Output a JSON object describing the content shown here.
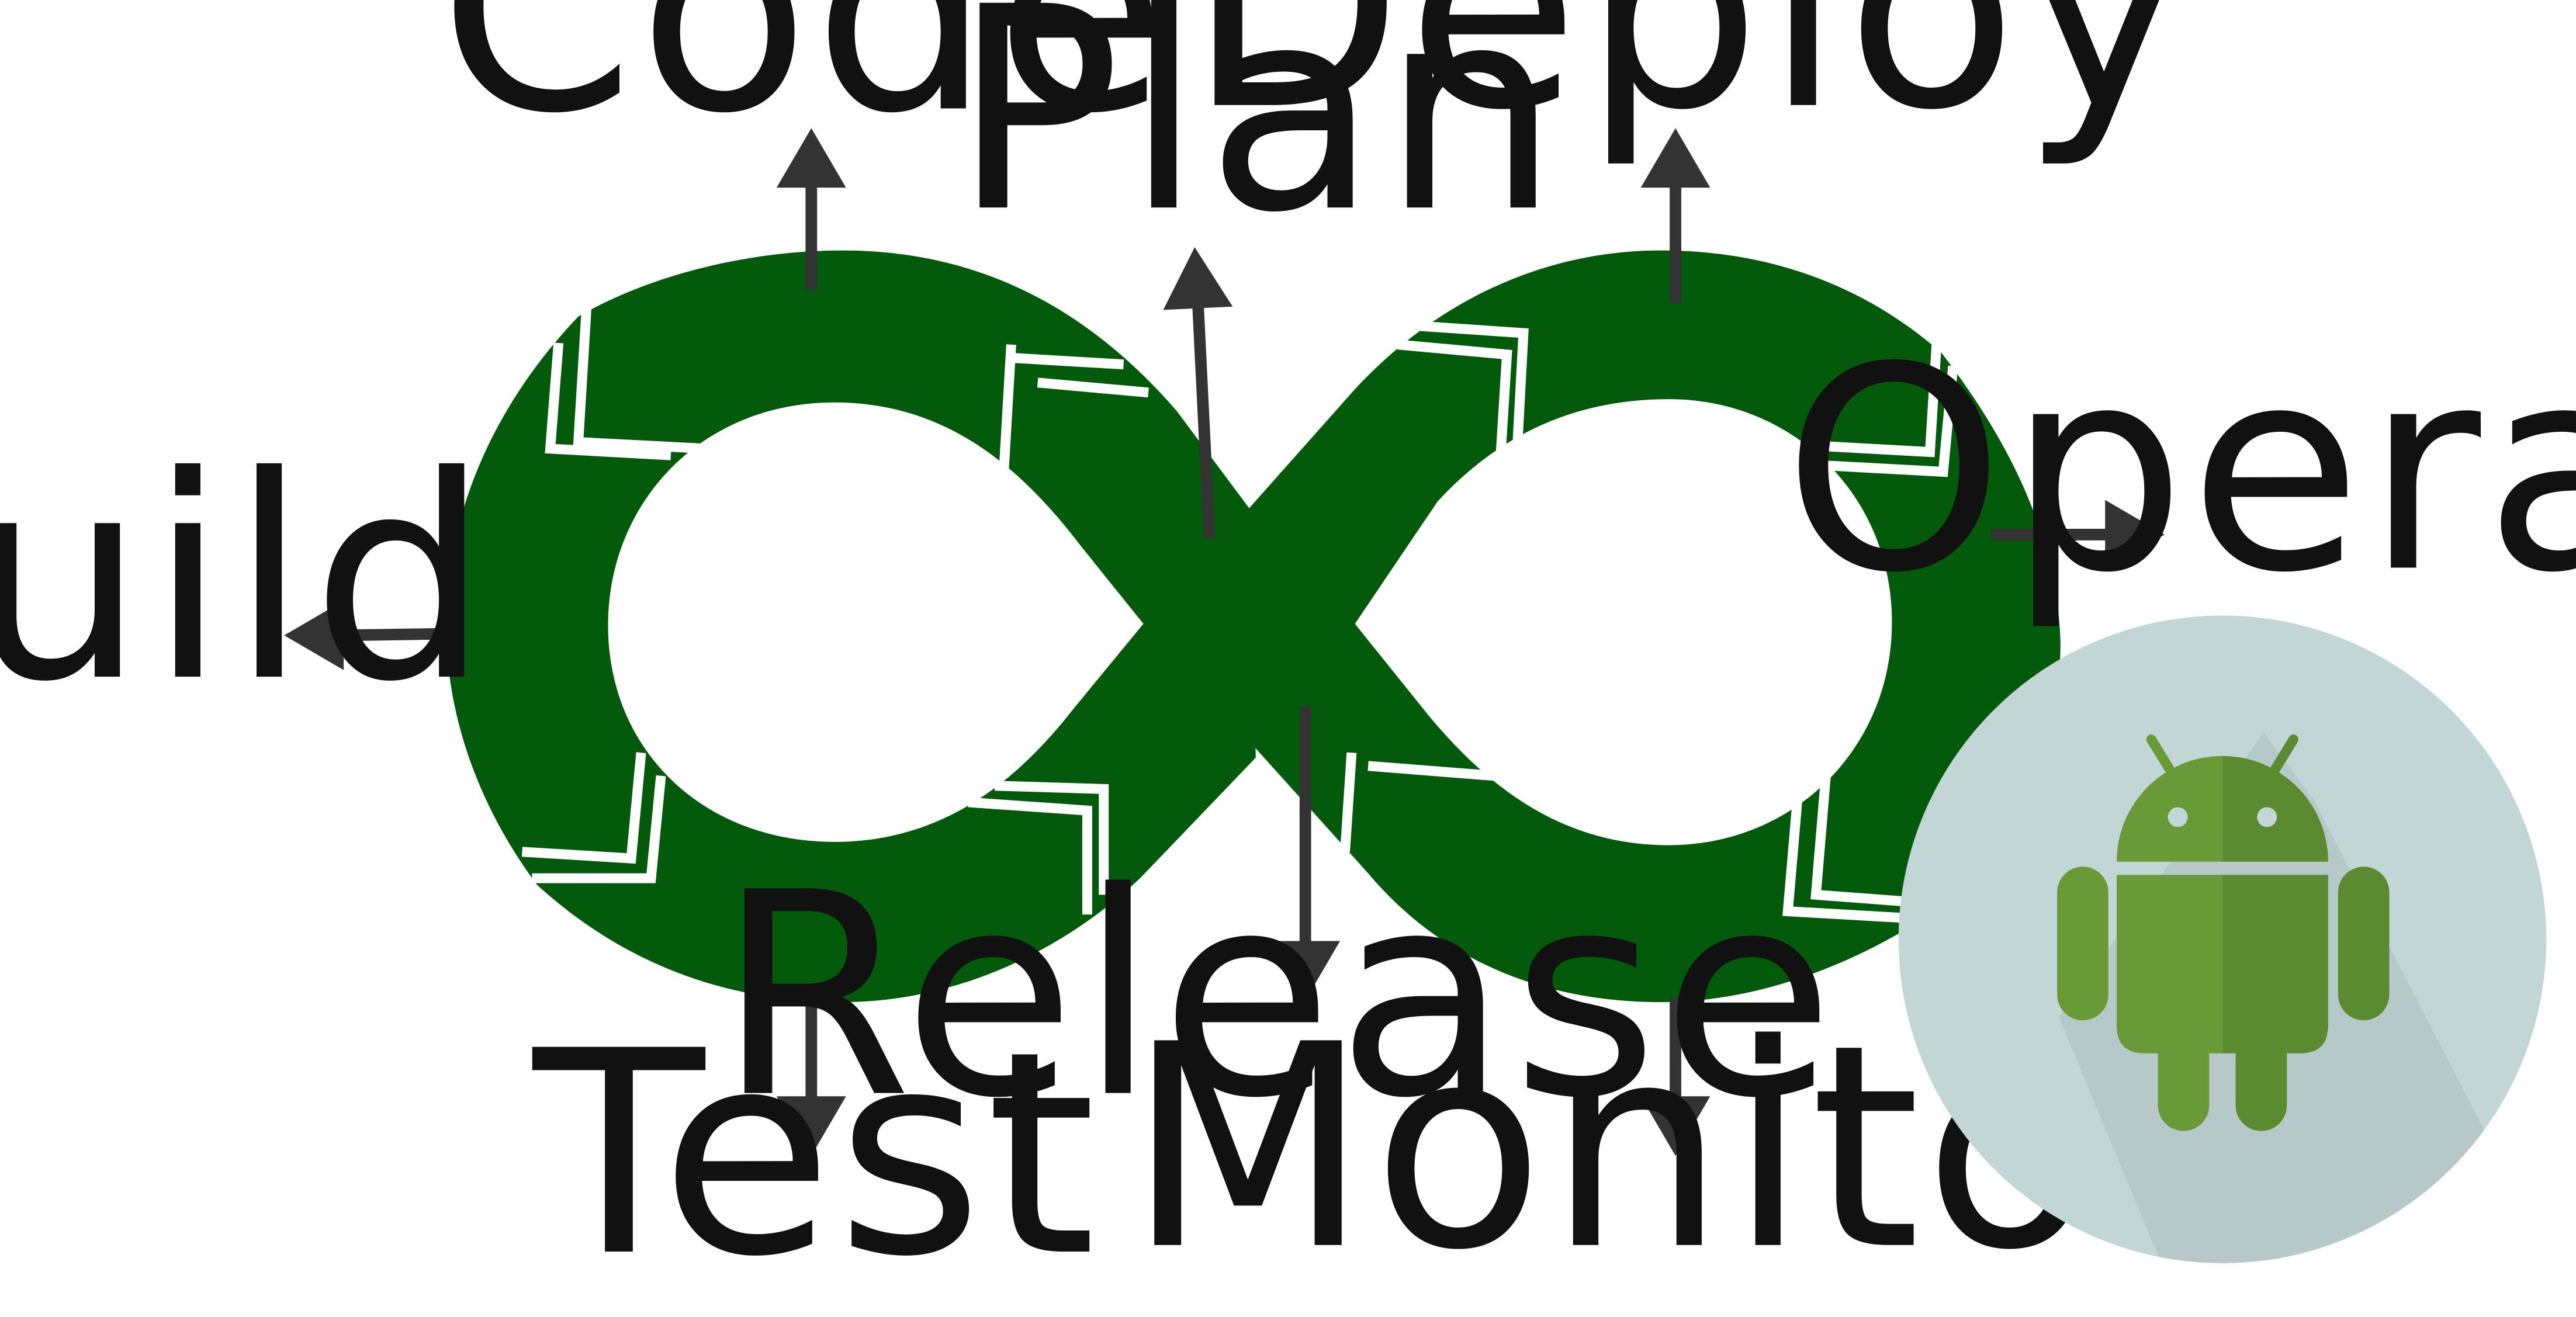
{
  "diagram": {
    "stages": {
      "code": "Code",
      "plan": "Plan",
      "deploy": "Deploy",
      "build": "Build",
      "operate": "Operate",
      "release": "Release",
      "test": "Test",
      "monitor": "Monitor"
    },
    "icons": {
      "loop": "infinity-loop-icon",
      "badge": "android-icon"
    },
    "colors": {
      "loop": "#035a0a",
      "arrow": "#333333",
      "badge_circle": "#c2d6d6",
      "badge_shadow": "#b6c8c8",
      "android_light": "#689a38",
      "android_dark": "#5b8b31",
      "android_eye": "#c2d6d6"
    }
  }
}
